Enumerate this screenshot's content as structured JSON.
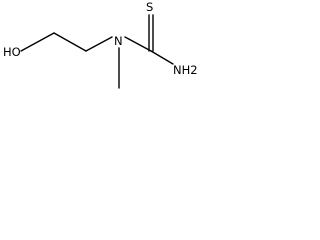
{
  "molecule": {
    "atoms": {
      "hydroxyl": "HO",
      "nitrogen": "N",
      "sulfur": "S",
      "amine": "NH2"
    },
    "colors": {
      "ink": "#000000",
      "background": "#ffffff"
    }
  }
}
